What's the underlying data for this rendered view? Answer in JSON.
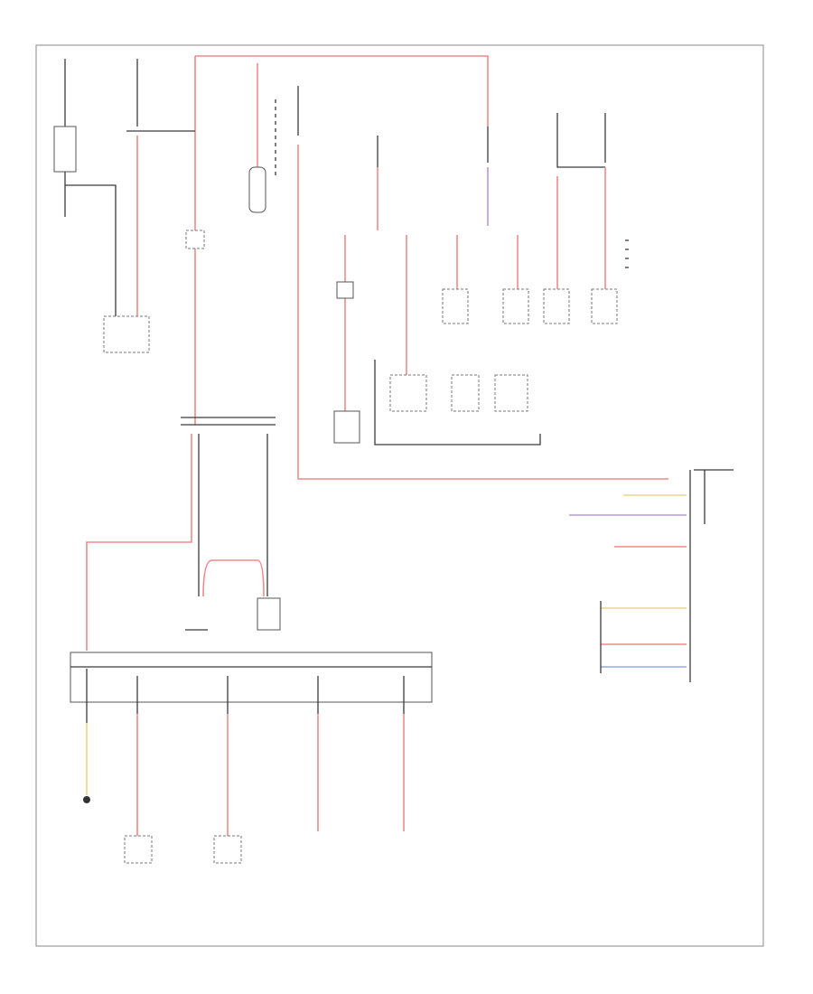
{
  "diagram": {
    "footer_code": "",
    "labels": [
      {
        "id": "battery",
        "text": ""
      },
      {
        "id": "junction-box",
        "text": ""
      },
      {
        "id": "fuse-holder",
        "text": ""
      },
      {
        "id": "resistor-1",
        "text": ""
      },
      {
        "id": "module-left",
        "text": ""
      },
      {
        "id": "splice",
        "text": ""
      },
      {
        "id": "engine",
        "text": ""
      },
      {
        "id": "starter",
        "text": ""
      },
      {
        "id": "fuse-box",
        "text": ""
      },
      {
        "id": "ground",
        "text": ""
      },
      {
        "id": "out-1",
        "text": ""
      },
      {
        "id": "out-2",
        "text": ""
      },
      {
        "id": "out-3",
        "text": ""
      },
      {
        "id": "out-4",
        "text": ""
      },
      {
        "id": "connector",
        "text": ""
      },
      {
        "id": "control-unit",
        "text": ""
      }
    ]
  }
}
